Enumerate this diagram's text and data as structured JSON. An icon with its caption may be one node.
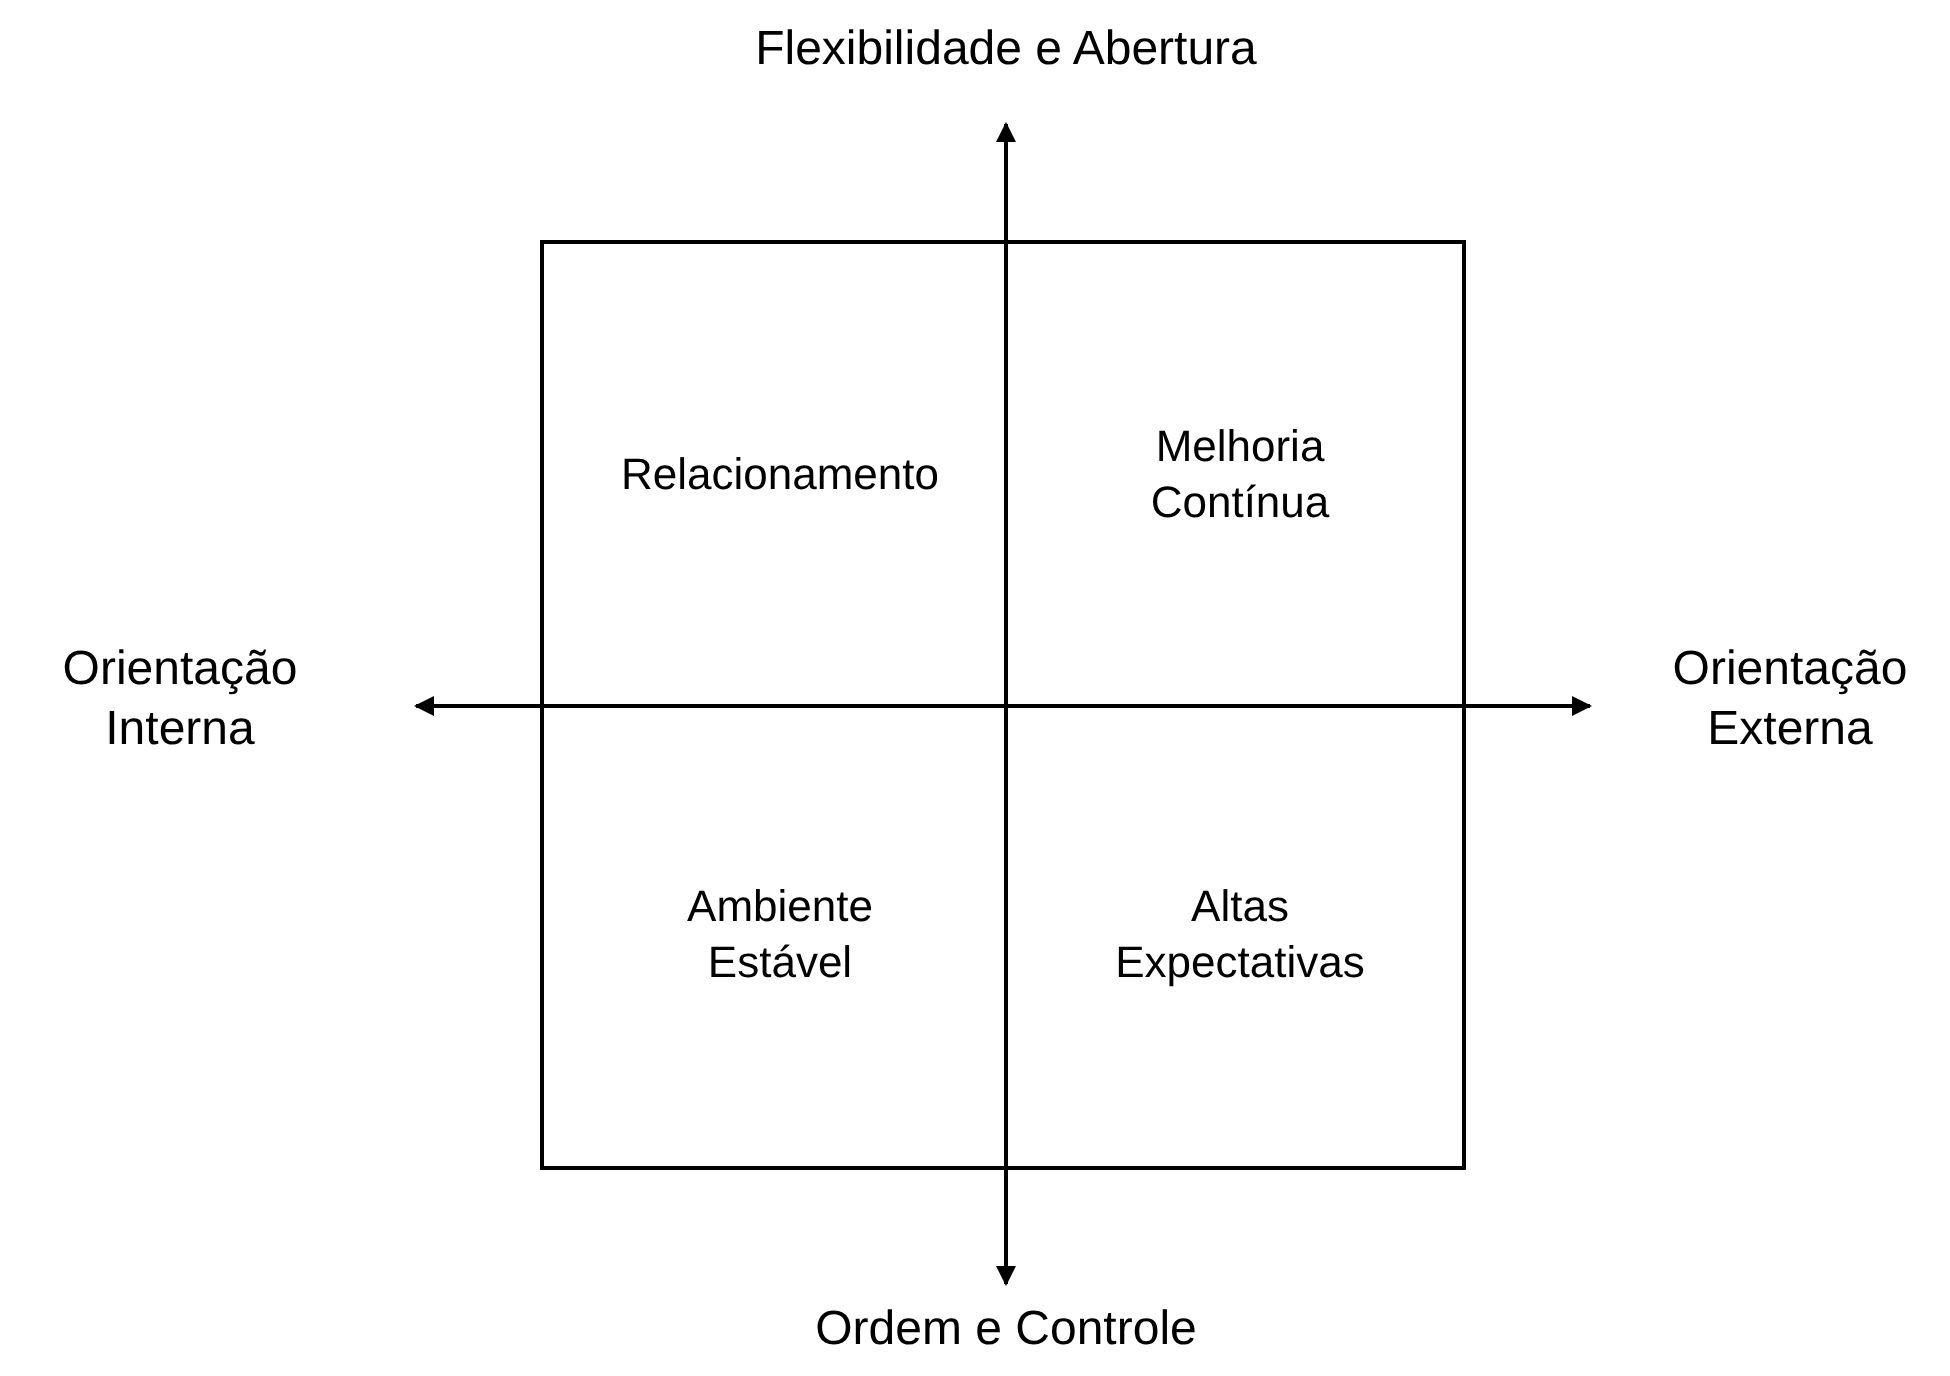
{
  "diagram": {
    "nodes": [
      {
        "text": [
          "Relacionamento",
          "Melhoria Contínua",
          "Ambiente Estável",
          "Altas Expectativas"
        ]
      }
    ],
    "labels": [
      "Flexibilidade e Abertura",
      "Orientação Interna",
      "Orientação Externa",
      "Ordem e Controle"
    ]
  }
}
